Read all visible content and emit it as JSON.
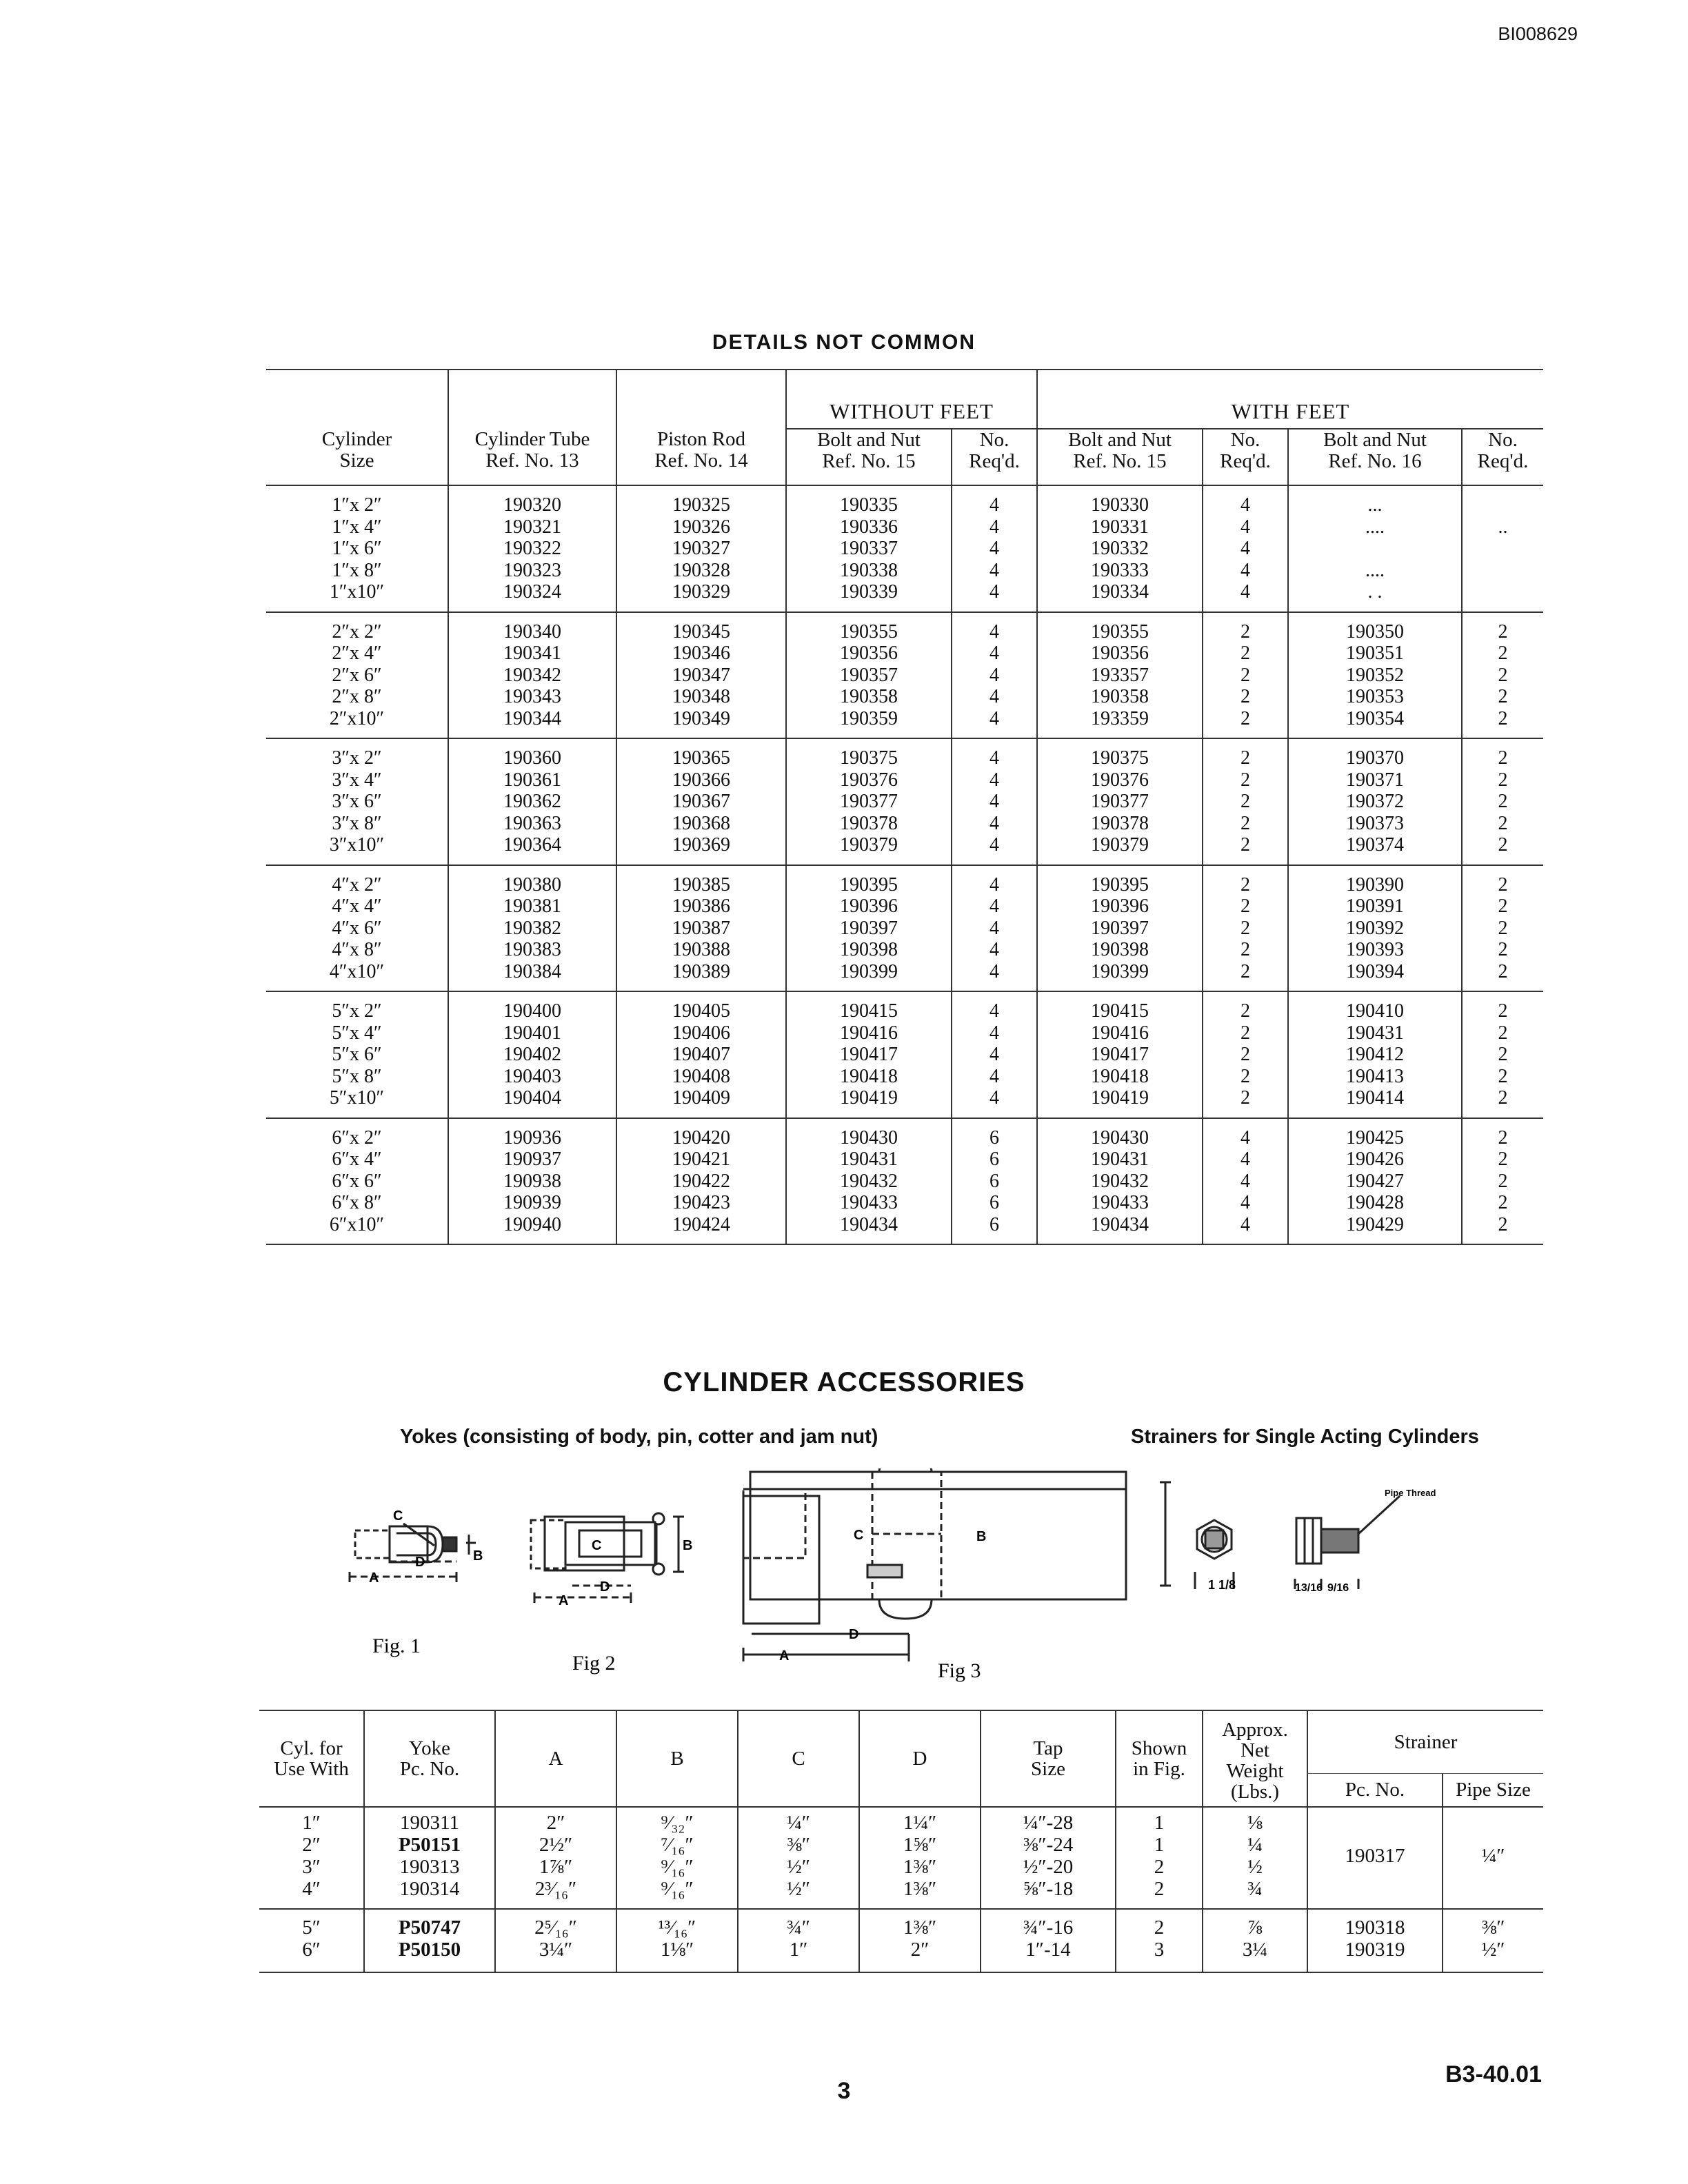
{
  "doc_id": "BI008629",
  "details": {
    "title": "DETAILS NOT COMMON",
    "without_feet": "WITHOUT FEET",
    "with_feet": "WITH FEET",
    "headers": {
      "cyl_size": [
        "Cylinder",
        "Size"
      ],
      "tube": [
        "Cylinder Tube",
        "Ref. No. 13"
      ],
      "rod": [
        "Piston Rod",
        "Ref. No. 14"
      ],
      "bolt15a": [
        "Bolt and Nut",
        "Ref. No. 15"
      ],
      "req1": [
        "No.",
        "Req'd."
      ],
      "bolt15b": [
        "Bolt and Nut",
        "Ref. No. 15"
      ],
      "req2": [
        "No.",
        "Req'd."
      ],
      "bolt16": [
        "Bolt and Nut",
        "Ref. No. 16"
      ],
      "req3": [
        "No.",
        "Req'd."
      ]
    },
    "groups": [
      {
        "sizes": [
          "1″x 2″",
          "1″x 4″",
          "1″x 6″",
          "1″x 8″",
          "1″x10″"
        ],
        "tube": [
          "190320",
          "190321",
          "190322",
          "190323",
          "190324"
        ],
        "rod": [
          "190325",
          "190326",
          "190327",
          "190328",
          "190329"
        ],
        "bolt15a": [
          "190335",
          "190336",
          "190337",
          "190338",
          "190339"
        ],
        "req1": [
          "4",
          "4",
          "4",
          "4",
          "4"
        ],
        "bolt15b": [
          "190330",
          "190331",
          "190332",
          "190333",
          "190334"
        ],
        "req2": [
          "4",
          "4",
          "4",
          "4",
          "4"
        ],
        "bolt16": [
          "...",
          "....",
          "",
          "....",
          ". ."
        ],
        "req3": [
          "",
          "..",
          "",
          "",
          ""
        ]
      },
      {
        "sizes": [
          "2″x 2″",
          "2″x 4″",
          "2″x 6″",
          "2″x 8″",
          "2″x10″"
        ],
        "tube": [
          "190340",
          "190341",
          "190342",
          "190343",
          "190344"
        ],
        "rod": [
          "190345",
          "190346",
          "190347",
          "190348",
          "190349"
        ],
        "bolt15a": [
          "190355",
          "190356",
          "190357",
          "190358",
          "190359"
        ],
        "req1": [
          "4",
          "4",
          "4",
          "4",
          "4"
        ],
        "bolt15b": [
          "190355",
          "190356",
          "193357",
          "190358",
          "193359"
        ],
        "req2": [
          "2",
          "2",
          "2",
          "2",
          "2"
        ],
        "bolt16": [
          "190350",
          "190351",
          "190352",
          "190353",
          "190354"
        ],
        "req3": [
          "2",
          "2",
          "2",
          "2",
          "2"
        ]
      },
      {
        "sizes": [
          "3″x 2″",
          "3″x 4″",
          "3″x 6″",
          "3″x 8″",
          "3″x10″"
        ],
        "tube": [
          "190360",
          "190361",
          "190362",
          "190363",
          "190364"
        ],
        "rod": [
          "190365",
          "190366",
          "190367",
          "190368",
          "190369"
        ],
        "bolt15a": [
          "190375",
          "190376",
          "190377",
          "190378",
          "190379"
        ],
        "req1": [
          "4",
          "4",
          "4",
          "4",
          "4"
        ],
        "bolt15b": [
          "190375",
          "190376",
          "190377",
          "190378",
          "190379"
        ],
        "req2": [
          "2",
          "2",
          "2",
          "2",
          "2"
        ],
        "bolt16": [
          "190370",
          "190371",
          "190372",
          "190373",
          "190374"
        ],
        "req3": [
          "2",
          "2",
          "2",
          "2",
          "2"
        ]
      },
      {
        "sizes": [
          "4″x 2″",
          "4″x 4″",
          "4″x 6″",
          "4″x 8″",
          "4″x10″"
        ],
        "tube": [
          "190380",
          "190381",
          "190382",
          "190383",
          "190384"
        ],
        "rod": [
          "190385",
          "190386",
          "190387",
          "190388",
          "190389"
        ],
        "bolt15a": [
          "190395",
          "190396",
          "190397",
          "190398",
          "190399"
        ],
        "req1": [
          "4",
          "4",
          "4",
          "4",
          "4"
        ],
        "bolt15b": [
          "190395",
          "190396",
          "190397",
          "190398",
          "190399"
        ],
        "req2": [
          "2",
          "2",
          "2",
          "2",
          "2"
        ],
        "bolt16": [
          "190390",
          "190391",
          "190392",
          "190393",
          "190394"
        ],
        "req3": [
          "2",
          "2",
          "2",
          "2",
          "2"
        ]
      },
      {
        "sizes": [
          "5″x 2″",
          "5″x 4″",
          "5″x 6″",
          "5″x 8″",
          "5″x10″"
        ],
        "tube": [
          "190400",
          "190401",
          "190402",
          "190403",
          "190404"
        ],
        "rod": [
          "190405",
          "190406",
          "190407",
          "190408",
          "190409"
        ],
        "bolt15a": [
          "190415",
          "190416",
          "190417",
          "190418",
          "190419"
        ],
        "req1": [
          "4",
          "4",
          "4",
          "4",
          "4"
        ],
        "bolt15b": [
          "190415",
          "190416",
          "190417",
          "190418",
          "190419"
        ],
        "req2": [
          "2",
          "2",
          "2",
          "2",
          "2"
        ],
        "bolt16": [
          "190410",
          "190431",
          "190412",
          "190413",
          "190414"
        ],
        "req3": [
          "2",
          "2",
          "2",
          "2",
          "2"
        ]
      },
      {
        "sizes": [
          "6″x 2″",
          "6″x 4″",
          "6″x 6″",
          "6″x 8″",
          "6″x10″"
        ],
        "tube": [
          "190936",
          "190937",
          "190938",
          "190939",
          "190940"
        ],
        "rod": [
          "190420",
          "190421",
          "190422",
          "190423",
          "190424"
        ],
        "bolt15a": [
          "190430",
          "190431",
          "190432",
          "190433",
          "190434"
        ],
        "req1": [
          "6",
          "6",
          "6",
          "6",
          "6"
        ],
        "bolt15b": [
          "190430",
          "190431",
          "190432",
          "190433",
          "190434"
        ],
        "req2": [
          "4",
          "4",
          "4",
          "4",
          "4"
        ],
        "bolt16": [
          "190425",
          "190426",
          "190427",
          "190428",
          "190429"
        ],
        "req3": [
          "2",
          "2",
          "2",
          "2",
          "2"
        ]
      }
    ]
  },
  "accessories": {
    "title": "CYLINDER ACCESSORIES",
    "yokes_caption": "Yokes (consisting of body, pin, cotter and jam nut)",
    "strainers_caption": "Strainers for Single Acting Cylinders",
    "fig_labels": [
      "Fig. 1",
      "Fig  2",
      "Fig  3"
    ],
    "dim_labels": {
      "a": "A",
      "b": "B",
      "c": "C",
      "d": "D"
    },
    "pipe_thread": "Pipe Thread",
    "strainer_dims": {
      "across": "1 1/8",
      "len1": "13/16",
      "len2": "9/16"
    },
    "headers": {
      "cyl": [
        "Cyl. for",
        "Use With"
      ],
      "yoke": [
        "Yoke",
        "Pc. No."
      ],
      "a": "A",
      "b": "B",
      "c": "C",
      "d": "D",
      "tap": [
        "Tap",
        "Size"
      ],
      "shown": [
        "Shown",
        "in Fig."
      ],
      "weight": [
        "Approx.",
        "Net",
        "Weight",
        "(Lbs.)"
      ],
      "strainer": "Strainer",
      "pc_no": "Pc. No.",
      "pipe_size": "Pipe Size"
    },
    "rows_a": {
      "cyl": [
        "1″",
        "2″",
        "3″",
        "4″"
      ],
      "yoke": [
        "190311",
        "P50151",
        "190313",
        "190314"
      ],
      "a": [
        "2″",
        "2½″",
        "1⅞″",
        "2³⁄₁₆″"
      ],
      "b": [
        "⁹⁄₃₂″",
        "⁷⁄₁₆″",
        "⁹⁄₁₆″",
        "⁹⁄₁₆″"
      ],
      "c": [
        "¼″",
        "⅜″",
        "½″",
        "½″"
      ],
      "d": [
        "1¼″",
        "1⅝″",
        "1⅜″",
        "1⅜″"
      ],
      "tap": [
        "¼″-28",
        "⅜″-24",
        "½″-20",
        "⅝″-18"
      ],
      "fig": [
        "1",
        "1",
        "2",
        "2"
      ],
      "weight": [
        "⅛",
        "¼",
        "½",
        "¾"
      ],
      "strainer_pc": "190317",
      "pipe": "¼″"
    },
    "rows_b": {
      "cyl": [
        "5″",
        "6″"
      ],
      "yoke": [
        "P50747",
        "P50150"
      ],
      "a": [
        "2⁵⁄₁₆″",
        "3¼″"
      ],
      "b": [
        "¹³⁄₁₆″",
        "1⅛″"
      ],
      "c": [
        "¾″",
        "1″"
      ],
      "d": [
        "1⅜″",
        "2″"
      ],
      "tap": [
        "¾″-16",
        "1″-14"
      ],
      "fig": [
        "2",
        "3"
      ],
      "weight": [
        "⅞",
        "3¼"
      ],
      "strainer_pc": [
        "190318",
        "190319"
      ],
      "pipe": [
        "⅜″",
        "½″"
      ]
    }
  },
  "page_number": "3",
  "doc_number": "B3-40.01"
}
